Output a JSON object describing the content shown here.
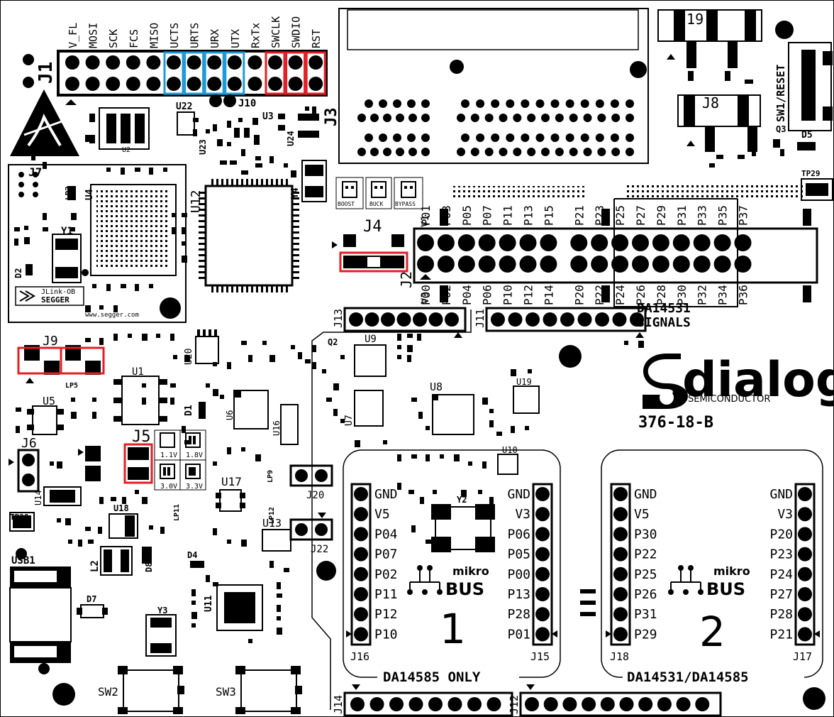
{
  "j1": {
    "label": "J1",
    "pins": [
      "V_FL",
      "MOSI",
      "SCK",
      "FCS",
      "MISO",
      "UCTS",
      "URTS",
      "URX",
      "UTX",
      "RxTx",
      "SWCLK",
      "SWDIO",
      "RST"
    ],
    "highlight_blue": [
      5,
      6,
      7,
      8
    ],
    "highlight_red": [
      10,
      11,
      12
    ]
  },
  "colors": {
    "blue": "#1e9bd7",
    "red": "#e41e26",
    "ink": "#000000"
  },
  "components": {
    "j3": "J3",
    "j4": "J4",
    "j5": "J5",
    "j6": "J6",
    "j7": "J7",
    "j8": "J8",
    "j9": "J9",
    "j10": "J10",
    "j11": "J11",
    "j12": "J12",
    "j13": "J13",
    "j14": "J14",
    "j19": "J19",
    "j20": "J20",
    "j22": "J22",
    "u1": "U1",
    "u2": "U2",
    "u3": "U3",
    "u4": "U4",
    "u5": "U5",
    "u6": "U6",
    "u7": "U7",
    "u8": "U8",
    "u9": "U9",
    "u10": "U10",
    "u11": "U11",
    "u12": "U12",
    "u13": "U13",
    "u14": "U14",
    "u16": "U16",
    "u17": "U17",
    "u18": "U18",
    "u19": "U19",
    "u20": "U20",
    "u22": "U22",
    "u23": "U23",
    "u24": "U24",
    "y1": "Y1",
    "y2": "Y2",
    "y3": "Y3",
    "y4": "Y4",
    "d1": "D1",
    "d2": "D2",
    "d4": "D4",
    "d5": "D5",
    "d7": "D7",
    "d8": "D8",
    "q2": "Q2",
    "q3": "Q3",
    "l2": "L2",
    "lp2": "LP2",
    "lp5": "LP5",
    "lp9": "LP9",
    "lp11": "LP11",
    "lp12": "LP12",
    "sw1": "SW1/RESET",
    "sw2": "SW2",
    "sw3": "SW3",
    "tp28": "TP28",
    "tp29": "TP29",
    "usb1": "USB1"
  },
  "power_jumpers": {
    "boost": "BOOST",
    "buck": "BUCK",
    "bypass": "BYPASS"
  },
  "voltage_options": [
    "1.1V",
    "1.8V",
    "3.0V",
    "3.3V"
  ],
  "jlink": {
    "model": "JLink-OB",
    "brand": "SEGGER",
    "url": "www.segger.com"
  },
  "j2": {
    "label": "J2",
    "v1": "V1",
    "v3": "V3",
    "top": [
      "P01",
      "P03",
      "P05",
      "P07",
      "P11",
      "P13",
      "P15",
      "P21",
      "P23",
      "P25",
      "P27",
      "P29",
      "P31",
      "P33",
      "P35",
      "P37"
    ],
    "bottom": [
      "P00",
      "P02",
      "P04",
      "P06",
      "P10",
      "P12",
      "P14",
      "P20",
      "P22",
      "P24",
      "P26",
      "P28",
      "P30",
      "P32",
      "P34",
      "P36"
    ],
    "signals_line1": "DA14531",
    "signals_line2": "SIGNALS"
  },
  "logo": {
    "name": "dialog",
    "sub": "SEMICONDUCTOR",
    "part": "376-18-B"
  },
  "mikrobus1": {
    "left_header": "J16",
    "right_header": "J15",
    "left": [
      "GND",
      "V5",
      "P04",
      "P07",
      "P02",
      "P11",
      "P12",
      "P10"
    ],
    "right": [
      "GND",
      "V3",
      "P06",
      "P05",
      "P00",
      "P13",
      "P28",
      "P01"
    ],
    "logo_top": "mikro",
    "logo_bottom": "BUS",
    "number": "1",
    "caption": "DA14585 ONLY"
  },
  "mikrobus2": {
    "left_header": "J18",
    "right_header": "J17",
    "left": [
      "GND",
      "V5",
      "P30",
      "P22",
      "P25",
      "P26",
      "P31",
      "P29"
    ],
    "right": [
      "GND",
      "V3",
      "P20",
      "P23",
      "P24",
      "P27",
      "P28",
      "P21"
    ],
    "logo_top": "mikro",
    "logo_bottom": "BUS",
    "number": "2",
    "caption": "DA14531/DA14585"
  }
}
